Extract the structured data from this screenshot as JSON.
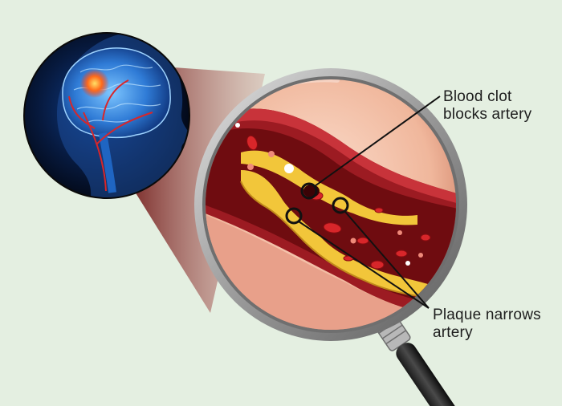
{
  "labels": {
    "clot": {
      "line1": "Blood clot",
      "line2": "blocks artery"
    },
    "plaque": {
      "line1": "Plaque narrows",
      "line2": "artery"
    }
  },
  "colors": {
    "background": "#e4efe1",
    "artery_wall": "#9c1b22",
    "blood": "#7d0c10",
    "plaque": "#f2c63a",
    "lens_tint": "#f4c3a9",
    "brain_glow": "#2f7bd6",
    "magnifier_rim": "#9a9a9a"
  },
  "icons": {
    "head": "brain-scan-head-icon",
    "magnifier": "magnifying-glass-icon",
    "clot": "blood-clot-icon"
  }
}
